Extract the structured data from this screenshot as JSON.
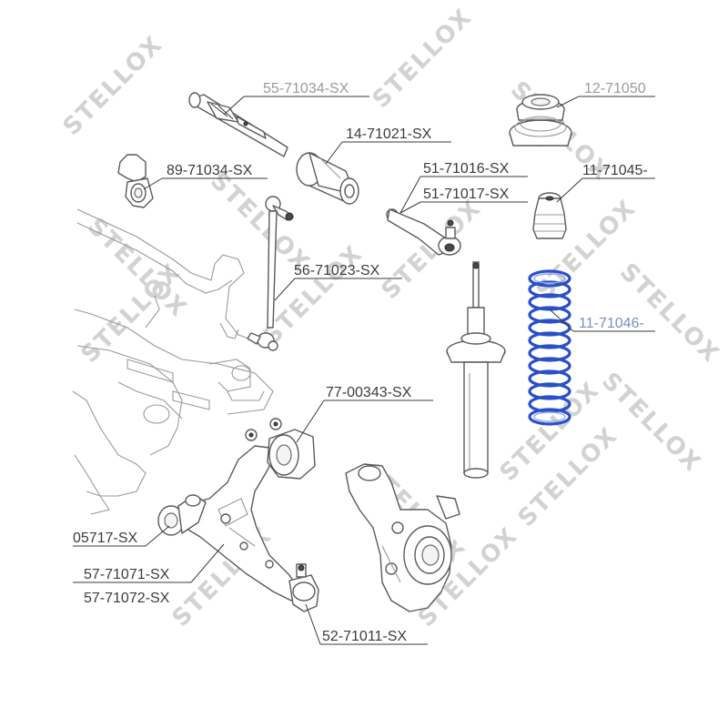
{
  "watermark": {
    "brand": "STELLOX",
    "color": "#d2d2d2"
  },
  "accent_color": "#2a4fc8",
  "parts": [
    {
      "id": "tie-rod",
      "label": "55-71034-SX",
      "icon": "tie-rod-icon"
    },
    {
      "id": "bushing",
      "label": "14-71021-SX",
      "icon": "bushing-icon"
    },
    {
      "id": "stabilizer-bushing",
      "label": "89-71034-SX",
      "icon": "stabilizer-bushing-icon"
    },
    {
      "id": "tie-rod-end-1",
      "label": "51-71016-SX",
      "icon": "tie-rod-end-icon"
    },
    {
      "id": "tie-rod-end-2",
      "label": "51-71017-SX",
      "icon": "tie-rod-end-icon"
    },
    {
      "id": "strut-mount",
      "label": "12-71050",
      "icon": "strut-mount-icon"
    },
    {
      "id": "bump-stop",
      "label": "11-71045-",
      "icon": "bump-stop-icon"
    },
    {
      "id": "stabilizer-link",
      "label": "56-71023-SX",
      "icon": "stabilizer-link-icon"
    },
    {
      "id": "coil-spring",
      "label": "11-71046-",
      "icon": "coil-spring-icon"
    },
    {
      "id": "control-arm-bushing",
      "label": "77-00343-SX",
      "icon": "control-arm-bushing-icon"
    },
    {
      "id": "arm-bushing",
      "label": "05717-SX",
      "icon": "arm-bushing-icon"
    },
    {
      "id": "control-arm-1",
      "label": "57-71071-SX",
      "icon": "control-arm-icon"
    },
    {
      "id": "control-arm-2",
      "label": "57-71072-SX",
      "icon": "control-arm-icon"
    },
    {
      "id": "ball-joint",
      "label": "52-71011-SX",
      "icon": "ball-joint-icon"
    }
  ]
}
